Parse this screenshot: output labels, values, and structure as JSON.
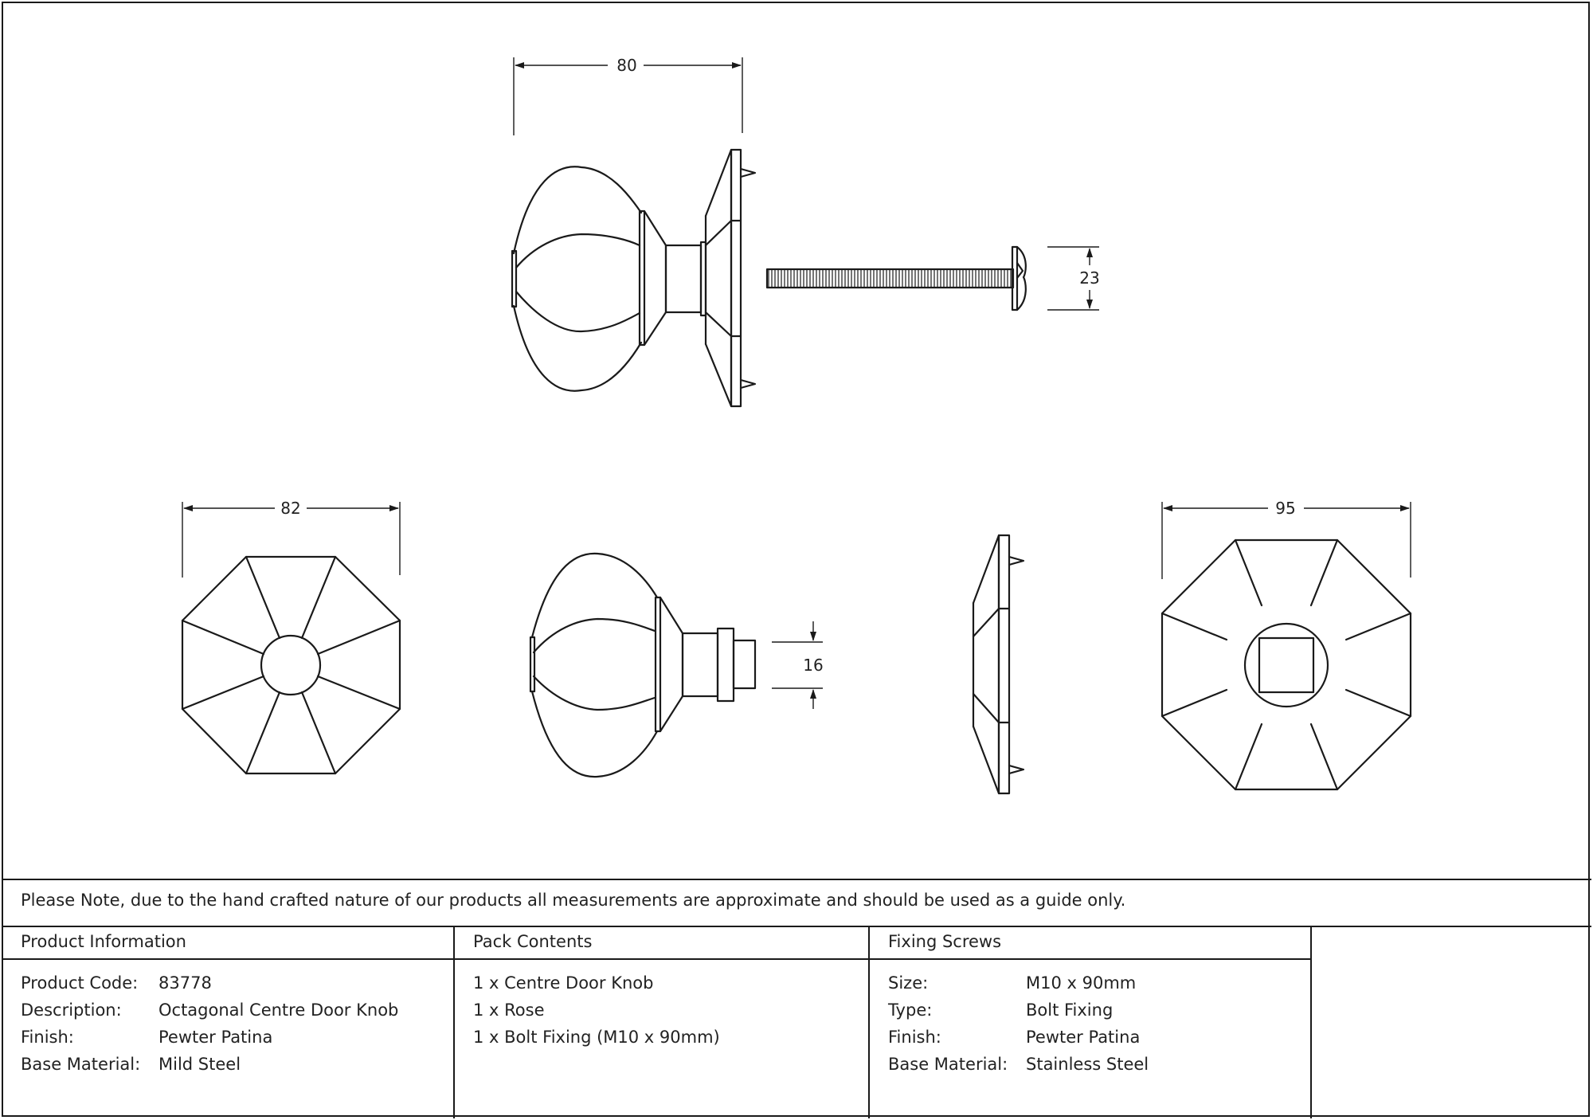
{
  "dimensions": {
    "width_80": "80",
    "bolt_head_23": "23",
    "width_82": "82",
    "spindle_16": "16",
    "width_95": "95"
  },
  "note": "Please Note, due to the hand crafted nature of our products all measurements are approximate and should be used as a guide only.",
  "product_info": {
    "heading": "Product Information",
    "rows": [
      {
        "label": "Product Code:",
        "value": "83778"
      },
      {
        "label": "Description:",
        "value": "Octagonal Centre Door Knob"
      },
      {
        "label": "Finish:",
        "value": "Pewter Patina"
      },
      {
        "label": "Base Material:",
        "value": "Mild Steel"
      }
    ]
  },
  "pack_contents": {
    "heading": "Pack Contents",
    "items": [
      "1 x Centre Door Knob",
      "1 x Rose",
      "1 x Bolt Fixing (M10 x 90mm)"
    ]
  },
  "fixing_screws": {
    "heading": "Fixing Screws",
    "rows": [
      {
        "label": "Size:",
        "value": "M10 x 90mm"
      },
      {
        "label": "Type:",
        "value": "Bolt Fixing"
      },
      {
        "label": "Finish:",
        "value": "Pewter Patina"
      },
      {
        "label": "Base Material:",
        "value": "Stainless Steel"
      }
    ]
  }
}
